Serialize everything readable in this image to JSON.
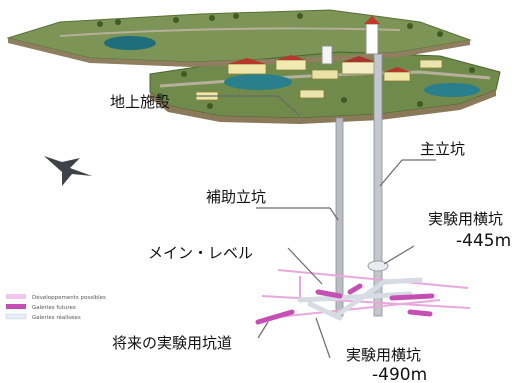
{
  "labels": {
    "surface": "地上施設",
    "main_shaft": "主立坑",
    "aux_shaft": "補助立坑",
    "exp_gallery_445": "実験用横坑",
    "depth_445": "-445m",
    "main_level": "メイン・レベル",
    "future_gallery": "将来の実験用坑道",
    "exp_gallery_490": "実験用横坑",
    "depth_490": "-490m"
  },
  "legend": {
    "items": [
      {
        "label": "Développements possibles",
        "color": "#f2c6ea"
      },
      {
        "label": "Galeries futures",
        "color": "#c64fb3"
      },
      {
        "label": "Galeries réalisées",
        "color": "#e8eef8"
      }
    ]
  },
  "colors": {
    "ground": "#6e8a4c",
    "ground_dark": "#4a6430",
    "shaft": "#b9bcc2",
    "gallery_done": "#e3e8f0",
    "gallery_future": "#c64fb3",
    "gallery_possible": "#e9a8dd",
    "leader": "#6b6b6b"
  }
}
